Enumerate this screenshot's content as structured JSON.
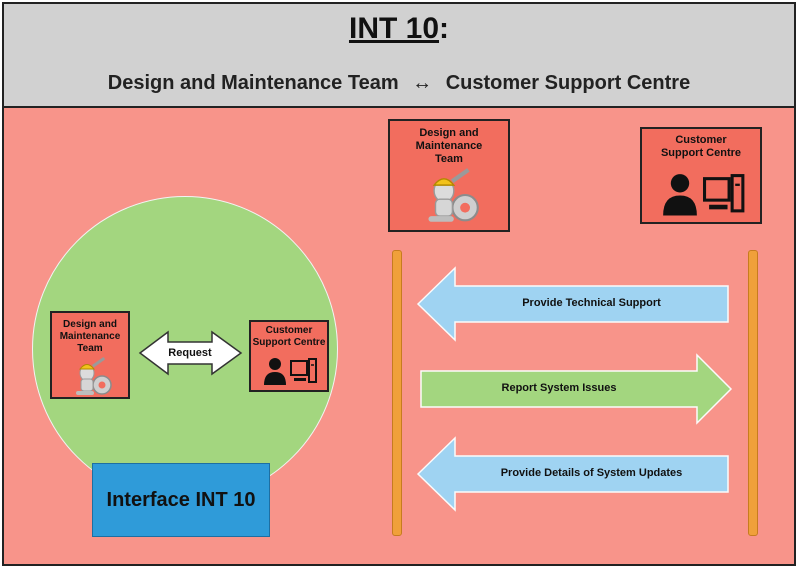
{
  "header": {
    "title": "INT 10",
    "title_suffix": ":",
    "subtitle_left": "Design and Maintenance Team",
    "subtitle_arrow": "↔",
    "subtitle_right": "Customer Support Centre"
  },
  "left_panel": {
    "team_card_label": "Design and Maintenance Team",
    "support_card_label": "Customer Support Centre",
    "request_label": "Request",
    "interface_label": "Interface INT 10"
  },
  "right_panel": {
    "team_card_label": "Design and Maintenance Team",
    "support_card_label": "Customer Support Centre",
    "messages": [
      {
        "label": "Provide Technical Support",
        "direction": "left",
        "color": "#9fd3f2"
      },
      {
        "label": "Report System Issues",
        "direction": "right",
        "color": "#a3d67f"
      },
      {
        "label": "Provide Details of System Updates",
        "direction": "left",
        "color": "#9fd3f2"
      }
    ]
  },
  "colors": {
    "background": "#f8948a",
    "header": "#d1d1d1",
    "card": "#f26d5e",
    "circle": "#a3d67f",
    "interface": "#2f9bd9",
    "lifeline": "#f0a03a"
  },
  "icons": {
    "team": "worker-with-wrench-gear-icon",
    "support": "person-computer-icon"
  }
}
